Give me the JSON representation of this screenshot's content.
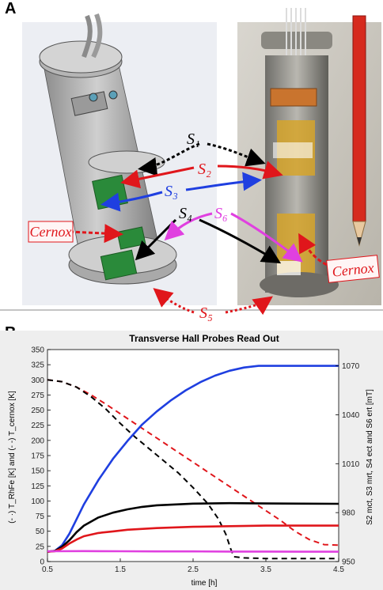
{
  "panel_a": {
    "letter": "A",
    "labels": {
      "s1": "S₁",
      "s2": "S₂",
      "s3": "S₃",
      "s4": "S₄",
      "s5": "S₅",
      "s6": "S₆",
      "cernox_left": "Cernox",
      "cernox_right": "Cernox"
    },
    "colors": {
      "s1": "#000000",
      "s2": "#e0161b",
      "s3": "#1f3fe0",
      "s4": "#000000",
      "s5": "#e0161b",
      "s6": "#e040e0",
      "cernox": "#e0161b"
    }
  },
  "panel_b": {
    "letter": "B"
  },
  "chart_data": {
    "type": "line",
    "title": "Transverse Hall Probes Read Out",
    "xlabel": "time  [h]",
    "ylabel_left": "(- ·) T_RhFe [K] and (- -) T_cernox [K]",
    "ylabel_right": "S2 mct, S3 mrt, S4 ect and S6 ert [mT]",
    "xlim": [
      0.5,
      4.5
    ],
    "ylim_left": [
      0,
      350
    ],
    "ylim_right": [
      950,
      1080
    ],
    "x_ticks": [
      0.5,
      1.5,
      2.5,
      3.5,
      4.5
    ],
    "y_ticks_left": [
      0,
      25,
      50,
      75,
      100,
      125,
      150,
      175,
      200,
      225,
      250,
      275,
      300,
      325,
      350
    ],
    "y_ticks_right": [
      950,
      980,
      1010,
      1040,
      1070
    ],
    "grid": false,
    "series": [
      {
        "axis": "left",
        "style": "dashed",
        "color": "#e0161b",
        "x": [
          0.5,
          0.7,
          0.9,
          1.1,
          1.3,
          1.5,
          1.7,
          1.9,
          2.1,
          2.3,
          2.5,
          2.7,
          2.9,
          3.1,
          3.3,
          3.5,
          3.7,
          3.9,
          4.1,
          4.3,
          4.5
        ],
        "y": [
          300,
          297,
          288,
          275,
          260,
          244,
          228,
          212,
          196,
          180,
          164,
          148,
          132,
          116,
          100,
          84,
          68,
          50,
          36,
          28,
          27
        ]
      },
      {
        "axis": "left",
        "style": "dashed",
        "color": "#000000",
        "x": [
          0.5,
          0.7,
          0.9,
          1.1,
          1.3,
          1.5,
          1.7,
          1.9,
          2.1,
          2.3,
          2.5,
          2.7,
          2.85,
          2.95,
          3.02,
          3.06,
          3.2,
          3.5,
          4.0,
          4.5
        ],
        "y": [
          300,
          297,
          288,
          272,
          252,
          228,
          206,
          186,
          166,
          146,
          122,
          96,
          70,
          45,
          20,
          8,
          6,
          5,
          5,
          5
        ]
      },
      {
        "axis": "right",
        "style": "solid",
        "color": "#1f3fe0",
        "x": [
          0.5,
          0.6,
          0.7,
          0.8,
          0.9,
          1.0,
          1.2,
          1.4,
          1.6,
          1.8,
          2.0,
          2.2,
          2.4,
          2.6,
          2.8,
          3.0,
          3.2,
          3.4,
          3.6,
          4.0,
          4.5
        ],
        "y": [
          956,
          956.5,
          960,
          967,
          976,
          985,
          1000,
          1013,
          1024,
          1034,
          1042,
          1049,
          1055,
          1060,
          1064,
          1067,
          1069,
          1070,
          1070,
          1070,
          1070
        ]
      },
      {
        "axis": "right",
        "style": "solid",
        "color": "#000000",
        "x": [
          0.5,
          0.6,
          0.7,
          0.8,
          0.9,
          1.0,
          1.2,
          1.4,
          1.6,
          1.8,
          2.0,
          2.5,
          3.0,
          3.5,
          4.0,
          4.5
        ],
        "y": [
          956,
          956.5,
          959,
          963,
          968,
          972,
          977,
          980,
          982,
          983.5,
          984.5,
          985.5,
          985.8,
          985.6,
          985.5,
          985.4
        ]
      },
      {
        "axis": "right",
        "style": "solid",
        "color": "#e0161b",
        "x": [
          0.5,
          0.6,
          0.7,
          0.8,
          0.9,
          1.0,
          1.2,
          1.4,
          1.6,
          2.0,
          2.5,
          3.0,
          3.5,
          4.0,
          4.5
        ],
        "y": [
          956,
          956.3,
          958,
          961,
          963.5,
          965.5,
          967.5,
          968.5,
          969.5,
          970.5,
          971.3,
          971.7,
          972,
          972,
          972
        ]
      },
      {
        "axis": "right",
        "style": "solid",
        "color": "#e040e0",
        "x": [
          0.5,
          1.0,
          1.5,
          2.0,
          2.5,
          3.0,
          3.5,
          4.0,
          4.5
        ],
        "y": [
          956.3,
          956.4,
          956.3,
          956.2,
          956.2,
          956.1,
          956.1,
          956.0,
          956.0
        ]
      }
    ]
  }
}
